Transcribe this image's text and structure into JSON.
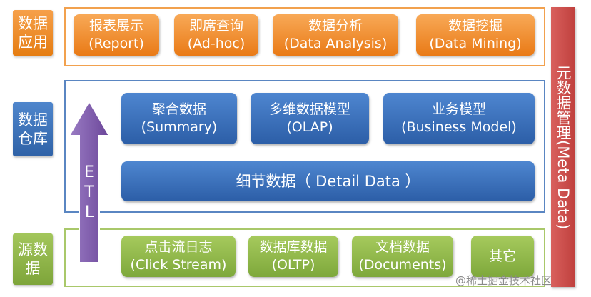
{
  "layers": {
    "application": {
      "label": "数据应用"
    },
    "warehouse": {
      "label": "数据仓库"
    },
    "source": {
      "label": "源数据"
    }
  },
  "application_boxes": [
    {
      "line1": "报表展示",
      "line2": "(Report)"
    },
    {
      "line1": "即席查询",
      "line2": "(Ad-hoc)"
    },
    {
      "line1": "数据分析",
      "line2": "(Data Analysis)"
    },
    {
      "line1": "数据挖掘",
      "line2": "(Data Mining)"
    }
  ],
  "warehouse_boxes": [
    {
      "line1": "聚合数据",
      "line2": "(Summary)"
    },
    {
      "line1": "多维数据模型",
      "line2": "(OLAP)"
    },
    {
      "line1": "业务模型",
      "line2": "(Business Model)"
    }
  ],
  "detail_box": {
    "label": "细节数据（ Detail Data ）"
  },
  "source_boxes": [
    {
      "line1": "点击流日志",
      "line2": "(Click Stream)"
    },
    {
      "line1": "数据库数据",
      "line2": "(OLTP)"
    },
    {
      "line1": "文档数据",
      "line2": "(Documents)"
    },
    {
      "line1": "其它",
      "line2": ""
    }
  ],
  "meta": {
    "label": "元数据管理(Meta Data)"
  },
  "etl": {
    "letters": [
      "E",
      "T",
      "L"
    ]
  },
  "watermark": {
    "text": "@稀土掘金技术社区"
  },
  "colors": {
    "application": "#e97a16",
    "warehouse": "#2c5ea7",
    "source": "#7ea83b",
    "meta": "#bf403d",
    "etl_arrow": "#7a54a6"
  }
}
